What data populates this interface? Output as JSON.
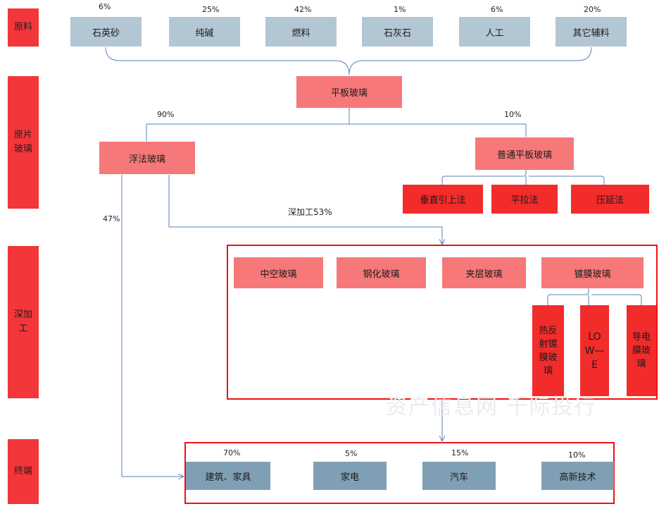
{
  "stages": {
    "raw": "原料",
    "original_glass": "原片\n玻璃",
    "deep_processing": "深加\n工",
    "terminal": "终端"
  },
  "raw_materials": [
    {
      "label": "石英砂",
      "pct": "6%"
    },
    {
      "label": "纯碱",
      "pct": "25%"
    },
    {
      "label": "燃料",
      "pct": "42%"
    },
    {
      "label": "石灰石",
      "pct": "1%"
    },
    {
      "label": "人工",
      "pct": "6%"
    },
    {
      "label": "其它辅料",
      "pct": "20%"
    }
  ],
  "flat_glass": "平板玻璃",
  "float_glass": {
    "label": "浮法玻璃",
    "pct": "90%"
  },
  "ordinary_glass": {
    "label": "普通平板玻璃",
    "pct": "10%"
  },
  "methods": [
    "垂直引上法",
    "平拉法",
    "压延法"
  ],
  "deep_label": "深加工53%",
  "direct_pct": "47%",
  "processed": [
    "中空玻璃",
    "钢化玻璃",
    "夹层玻璃",
    "镀膜玻璃"
  ],
  "coated": [
    "热反\n射镀\n膜玻\n璃",
    "LO\nW—\nE",
    "导电\n膜玻\n璃"
  ],
  "terminals": [
    {
      "label": "建筑、家具",
      "pct": "70%"
    },
    {
      "label": "家电",
      "pct": "5%"
    },
    {
      "label": "汽车",
      "pct": "15%"
    },
    {
      "label": "高新技术",
      "pct": "10%"
    }
  ],
  "watermark": "资产信息网 千际投行",
  "colors": {
    "stage": "#f2363a",
    "raw": "#b3c6d3",
    "pink": "#f67878",
    "red": "#f22b2b",
    "terminal": "#7f9fb4",
    "line": "#5b7fb8",
    "frame": "#ee1111"
  }
}
